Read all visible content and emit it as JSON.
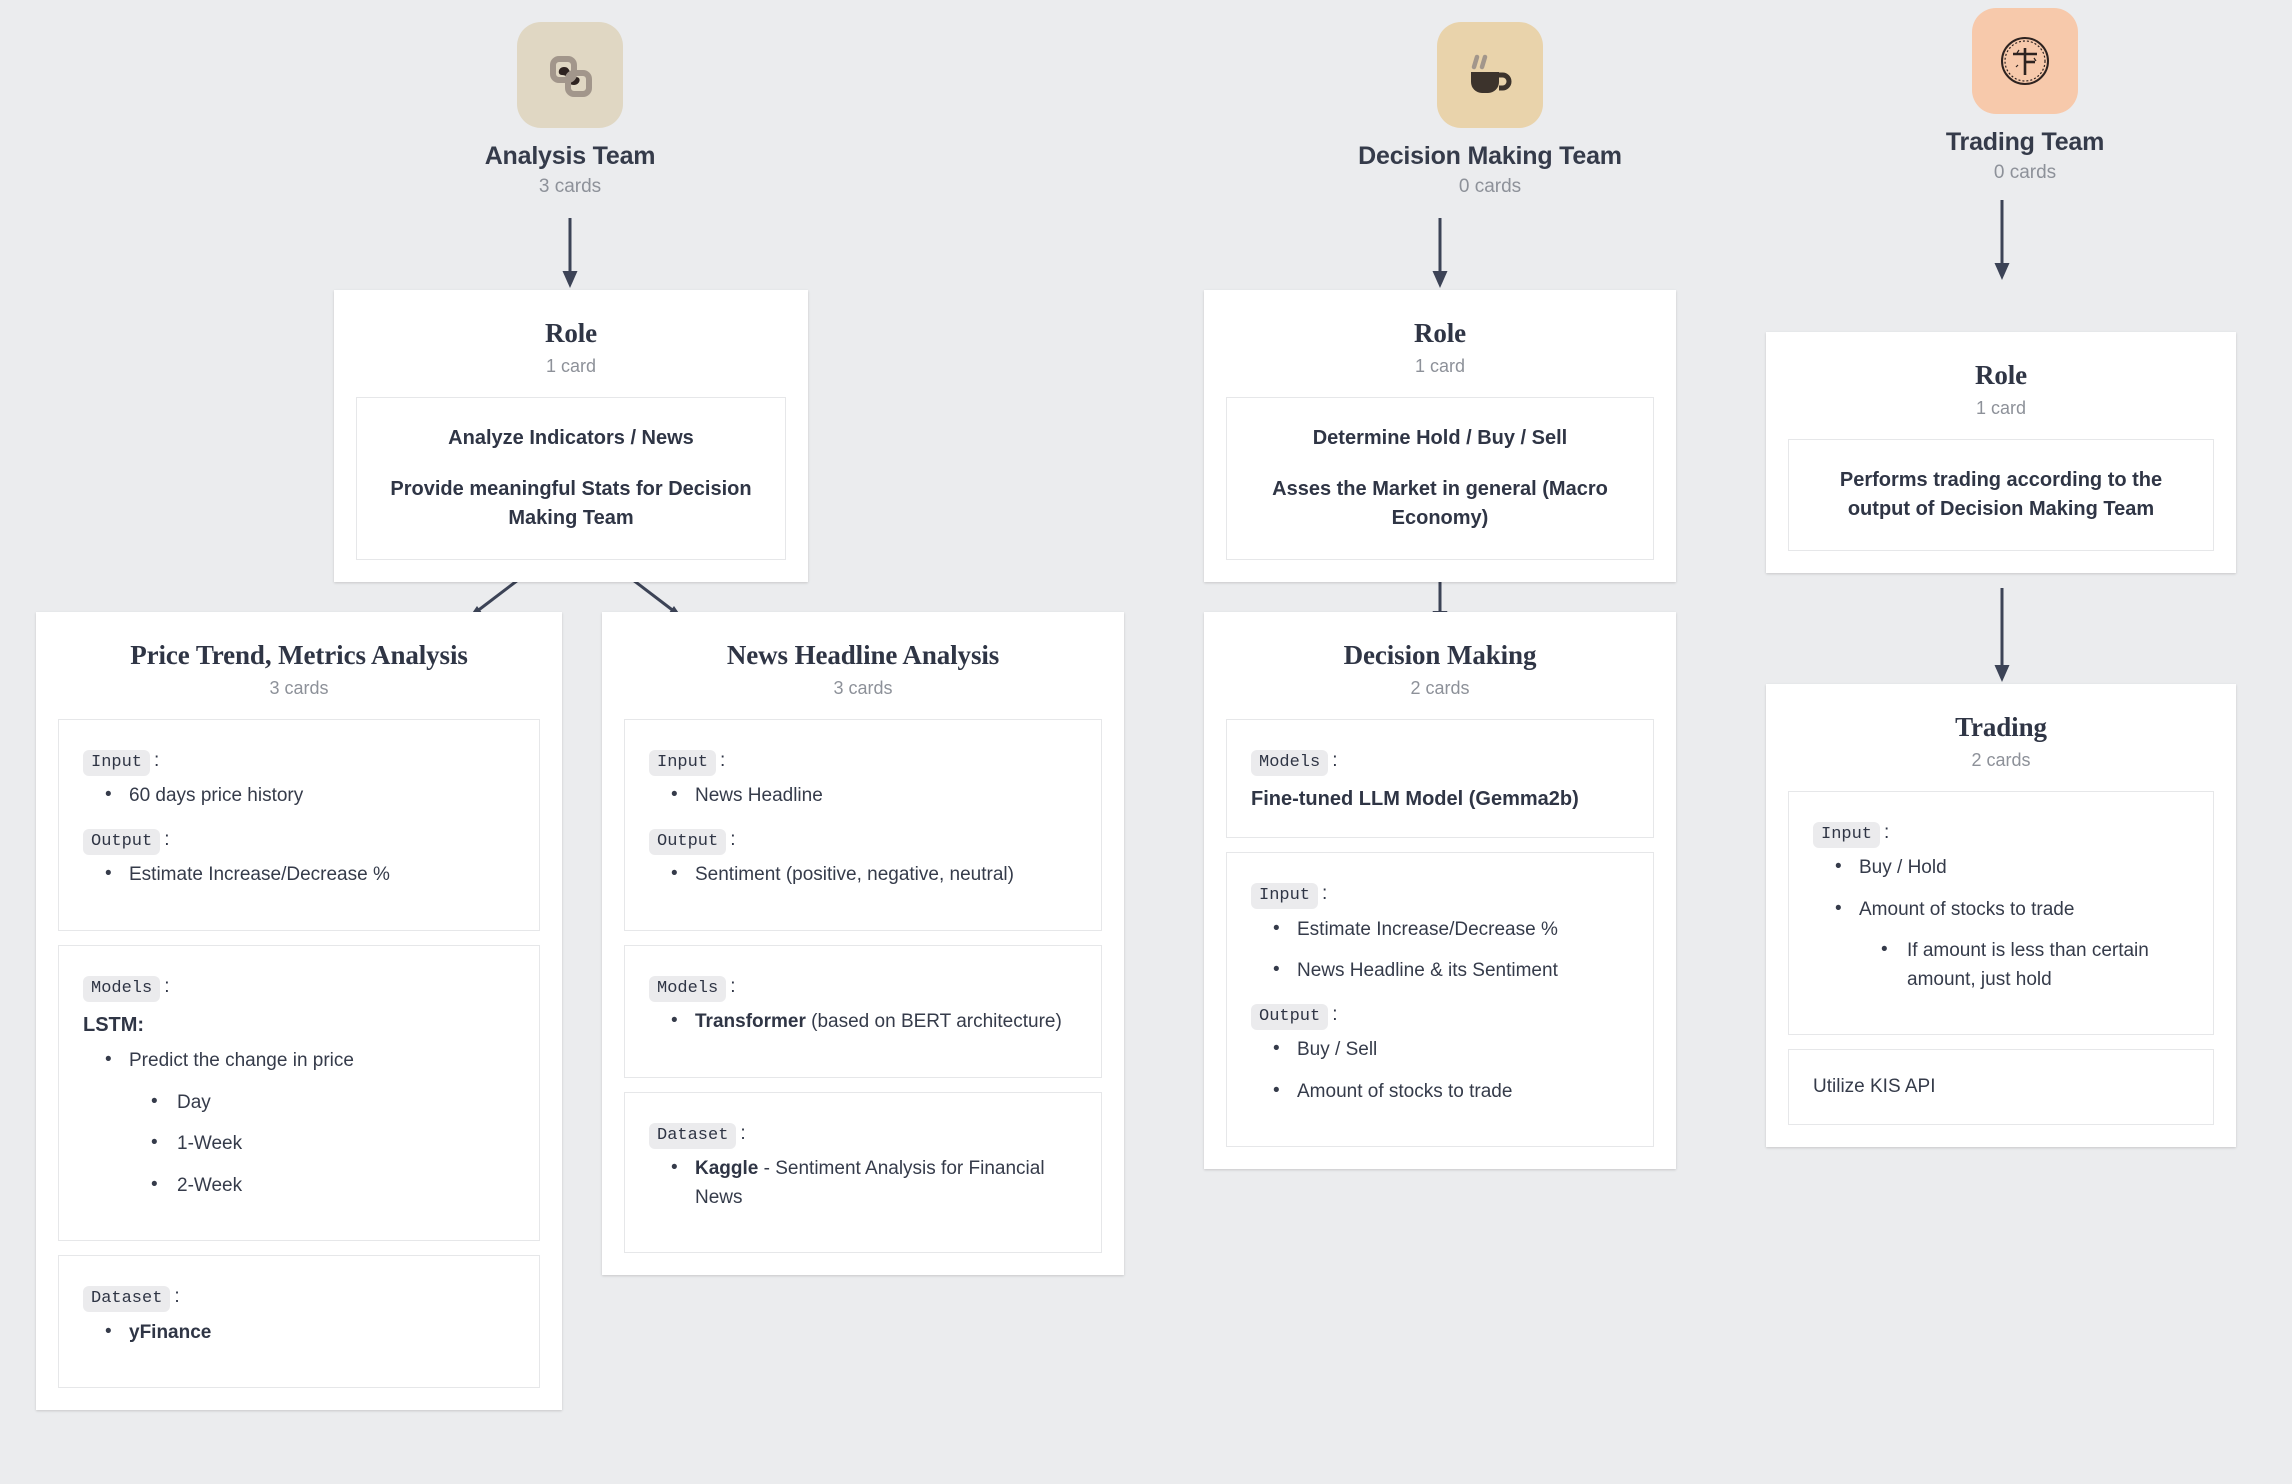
{
  "teams": [
    {
      "name": "Analysis Team",
      "count": "3 cards",
      "icon": "shapes-overlap-icon",
      "icon_bg": "#e0d7c3"
    },
    {
      "name": "Decision Making Team",
      "count": "0 cards",
      "icon": "coffee-cup-icon",
      "icon_bg": "#e9d3ab"
    },
    {
      "name": "Trading Team",
      "count": "0 cards",
      "icon": "coin-medal-icon",
      "icon_bg": "#f7c9ab"
    }
  ],
  "columns": {
    "analysis_role": {
      "title": "Role",
      "count": "1 card",
      "lines": [
        "Analyze Indicators / News",
        "Provide meaningful Stats for Decision Making Team"
      ]
    },
    "decision_role": {
      "title": "Role",
      "count": "1 card",
      "lines": [
        "Determine Hold / Buy / Sell",
        "Asses the Market in general (Macro Economy)"
      ]
    },
    "trading_role": {
      "title": "Role",
      "count": "1 card",
      "lines": [
        "Performs trading according to the output of Decision Making Team"
      ]
    },
    "price_trend": {
      "title": "Price Trend, Metrics Analysis",
      "count": "3 cards",
      "labels": {
        "input": "Input",
        "output": "Output",
        "models": "Models",
        "dataset": "Dataset"
      },
      "input_items": [
        "60 days price history"
      ],
      "output_items": [
        "Estimate Increase/Decrease %"
      ],
      "models_heading": "LSTM:",
      "models_item": "Predict the change in price",
      "models_subitems": [
        "Day",
        "1-Week",
        "2-Week"
      ],
      "dataset_item": "yFinance"
    },
    "news_headline": {
      "title": "News Headline Analysis",
      "count": "3 cards",
      "labels": {
        "input": "Input",
        "output": "Output",
        "models": "Models",
        "dataset": "Dataset"
      },
      "input_items": [
        "News Headline"
      ],
      "output_items": [
        "Sentiment (positive, negative, neutral)"
      ],
      "models_item_bold": "Transformer",
      "models_item_rest": " (based on BERT architecture)",
      "dataset_item_bold": "Kaggle",
      "dataset_item_rest": " - Sentiment Analysis for Financial News"
    },
    "decision_making": {
      "title": "Decision Making",
      "count": "2 cards",
      "labels": {
        "models": "Models",
        "input": "Input",
        "output": "Output"
      },
      "models_line": "Fine-tuned LLM Model (Gemma2b)",
      "input_items": [
        "Estimate Increase/Decrease %",
        "News Headline & its Sentiment"
      ],
      "output_items": [
        "Buy / Sell",
        "Amount of stocks to trade"
      ]
    },
    "trading": {
      "title": "Trading",
      "count": "2 cards",
      "labels": {
        "input": "Input"
      },
      "input_items": [
        "Buy / Hold",
        "Amount of stocks to trade"
      ],
      "input_subitems": [
        "If amount is less than certain amount, just hold"
      ],
      "api_line": "Utilize KIS API"
    }
  },
  "colors": {
    "background": "#ebecee",
    "card_bg": "#ffffff",
    "text": "#353b4a",
    "muted": "#8d9199",
    "arrow": "#3c4356",
    "pill_bg": "#ebebed",
    "border": "#e6e7e9"
  }
}
